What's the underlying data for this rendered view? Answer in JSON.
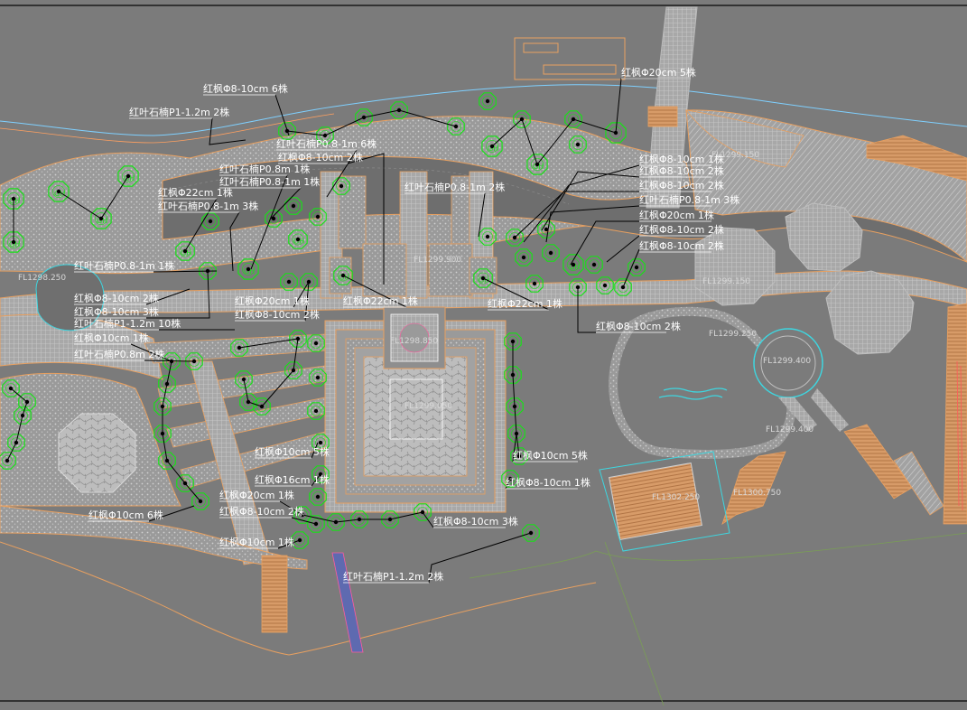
{
  "view": {
    "background": "#7b7b7b",
    "plaza_hatch": "#c8c8c8",
    "path_color": "#b9b9b9",
    "boundary_color": "#e8a060",
    "tree_color": "#19e019",
    "leader_color": "#000000",
    "label_color": "#ffffff",
    "stream_color": "#6c6c6c",
    "accent_cyan": "#3ed6e0",
    "accent_magenta": "#ff5aa0"
  },
  "labels": [
    {
      "id": "l1",
      "text": "红枫Φ8-10cm 6株"
    },
    {
      "id": "l2",
      "text": "红叶石楠P1-1.2m 2株"
    },
    {
      "id": "l3",
      "text": "红枫Φ20cm 5株"
    },
    {
      "id": "l4",
      "text": "红叶石楠P0.8-1m 6株"
    },
    {
      "id": "l5",
      "text": "红枫Φ8-10cm 2株"
    },
    {
      "id": "l6",
      "text": "红叶石楠P0.8m 1株"
    },
    {
      "id": "l7",
      "text": "红叶石楠P0.8-1m 1株"
    },
    {
      "id": "l8",
      "text": "红叶石楠P0.8-1m 2株"
    },
    {
      "id": "l9",
      "text": "红枫Φ22cm 1株"
    },
    {
      "id": "l10",
      "text": "红叶石楠P0.8-1m 3株"
    },
    {
      "id": "l11",
      "text": "红枫Φ8-10cm 1株"
    },
    {
      "id": "l12",
      "text": "红枫Φ8-10cm 2株"
    },
    {
      "id": "l13",
      "text": "红枫Φ8-10cm 2株"
    },
    {
      "id": "l14",
      "text": "红叶石楠P0.8-1m 3株"
    },
    {
      "id": "l15",
      "text": "红枫Φ20cm 1株"
    },
    {
      "id": "l16",
      "text": "红枫Φ8-10cm 2株"
    },
    {
      "id": "l17",
      "text": "红枫Φ8-10cm 2株"
    },
    {
      "id": "l18",
      "text": "红叶石楠P0.8-1m 1株"
    },
    {
      "id": "l19",
      "text": "红枫Φ8-10cm 2株"
    },
    {
      "id": "l20",
      "text": "红枫Φ8-10cm 3株"
    },
    {
      "id": "l21",
      "text": "红叶石楠P1-1.2m 10株"
    },
    {
      "id": "l22",
      "text": "红枫Φ20cm 1株"
    },
    {
      "id": "l23",
      "text": "红枫Φ8-10cm 2株"
    },
    {
      "id": "l24",
      "text": "红枫Φ22cm 1株"
    },
    {
      "id": "l25",
      "text": "红枫Φ22cm 1株"
    },
    {
      "id": "l26",
      "text": "红枫Φ10cm 1株"
    },
    {
      "id": "l27",
      "text": "红叶石楠P0.8m 2株"
    },
    {
      "id": "l28",
      "text": "红枫Φ8-10cm 2株"
    },
    {
      "id": "l29",
      "text": "红枫Φ10cm 5株"
    },
    {
      "id": "l30",
      "text": "红枫Φ10cm 5株"
    },
    {
      "id": "l31",
      "text": "红枫Φ16cm 1株"
    },
    {
      "id": "l32",
      "text": "红枫Φ8-10cm 1株"
    },
    {
      "id": "l33",
      "text": "红枫Φ20cm 1株"
    },
    {
      "id": "l34",
      "text": "红枫Φ10cm 6株"
    },
    {
      "id": "l35",
      "text": "红枫Φ8-10cm 2株"
    },
    {
      "id": "l36",
      "text": "红枫Φ8-10cm 3株"
    },
    {
      "id": "l37",
      "text": "红枫Φ10cm 1株"
    },
    {
      "id": "l38",
      "text": "红叶石楠P1-1.2m 2株"
    }
  ],
  "elevations": [
    "FL1299.150",
    "FL1299.150",
    "FL1299.250",
    "FL1299.400",
    "FL1299.400",
    "FL1302.250",
    "FL1300.750",
    "FL1298.850",
    "FL1299.050",
    "FL1299.900",
    "FL1298.250"
  ],
  "tree_symbol": "GH"
}
